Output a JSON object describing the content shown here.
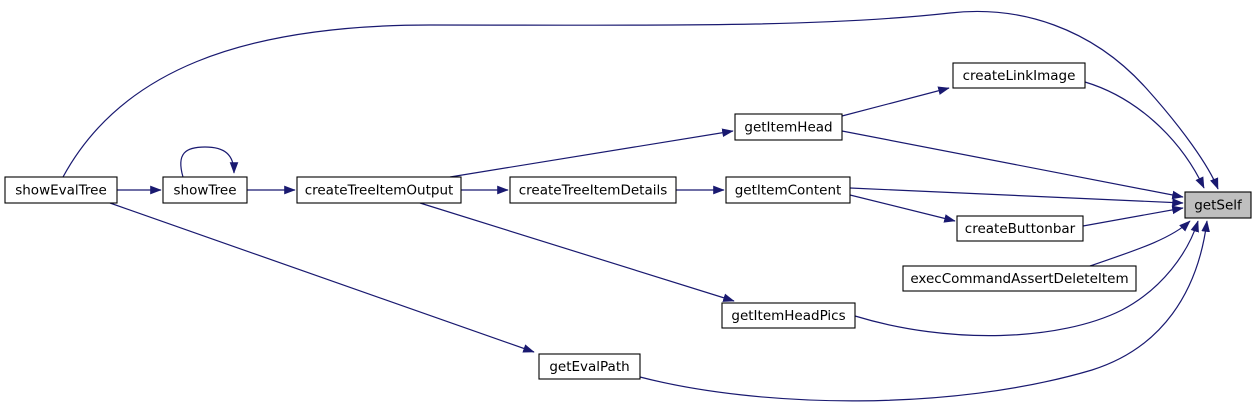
{
  "diagram": {
    "type": "call-graph",
    "highlight_node": "getSelf",
    "colors": {
      "edge": "#191970",
      "node_border": "#000000",
      "node_fill": "#ffffff",
      "highlight_fill": "#bfbfbf",
      "background": "#ffffff",
      "text": "#000000"
    },
    "nodes": [
      {
        "id": "showEvalTree",
        "label": "showEvalTree"
      },
      {
        "id": "showTree",
        "label": "showTree"
      },
      {
        "id": "createTreeItemOutput",
        "label": "createTreeItemOutput"
      },
      {
        "id": "createTreeItemDetails",
        "label": "createTreeItemDetails"
      },
      {
        "id": "getItemHead",
        "label": "getItemHead"
      },
      {
        "id": "getItemContent",
        "label": "getItemContent"
      },
      {
        "id": "createLinkImage",
        "label": "createLinkImage"
      },
      {
        "id": "createButtonbar",
        "label": "createButtonbar"
      },
      {
        "id": "execCommandAssertDeleteItem",
        "label": "execCommandAssertDeleteItem"
      },
      {
        "id": "getItemHeadPics",
        "label": "getItemHeadPics"
      },
      {
        "id": "getEvalPath",
        "label": "getEvalPath"
      },
      {
        "id": "getSelf",
        "label": "getSelf"
      }
    ],
    "edges": [
      {
        "from": "showEvalTree",
        "to": "showTree"
      },
      {
        "from": "showEvalTree",
        "to": "getSelf"
      },
      {
        "from": "showEvalTree",
        "to": "getEvalPath"
      },
      {
        "from": "showTree",
        "to": "showTree"
      },
      {
        "from": "showTree",
        "to": "createTreeItemOutput"
      },
      {
        "from": "createTreeItemOutput",
        "to": "createTreeItemDetails"
      },
      {
        "from": "createTreeItemOutput",
        "to": "getItemHead"
      },
      {
        "from": "createTreeItemOutput",
        "to": "getItemHeadPics"
      },
      {
        "from": "createTreeItemDetails",
        "to": "getItemContent"
      },
      {
        "from": "getItemHead",
        "to": "createLinkImage"
      },
      {
        "from": "getItemHead",
        "to": "getSelf"
      },
      {
        "from": "getItemContent",
        "to": "getSelf"
      },
      {
        "from": "getItemContent",
        "to": "createButtonbar"
      },
      {
        "from": "createLinkImage",
        "to": "getSelf"
      },
      {
        "from": "createButtonbar",
        "to": "getSelf"
      },
      {
        "from": "execCommandAssertDeleteItem",
        "to": "getSelf"
      },
      {
        "from": "getItemHeadPics",
        "to": "getSelf"
      },
      {
        "from": "getEvalPath",
        "to": "getSelf"
      }
    ]
  }
}
